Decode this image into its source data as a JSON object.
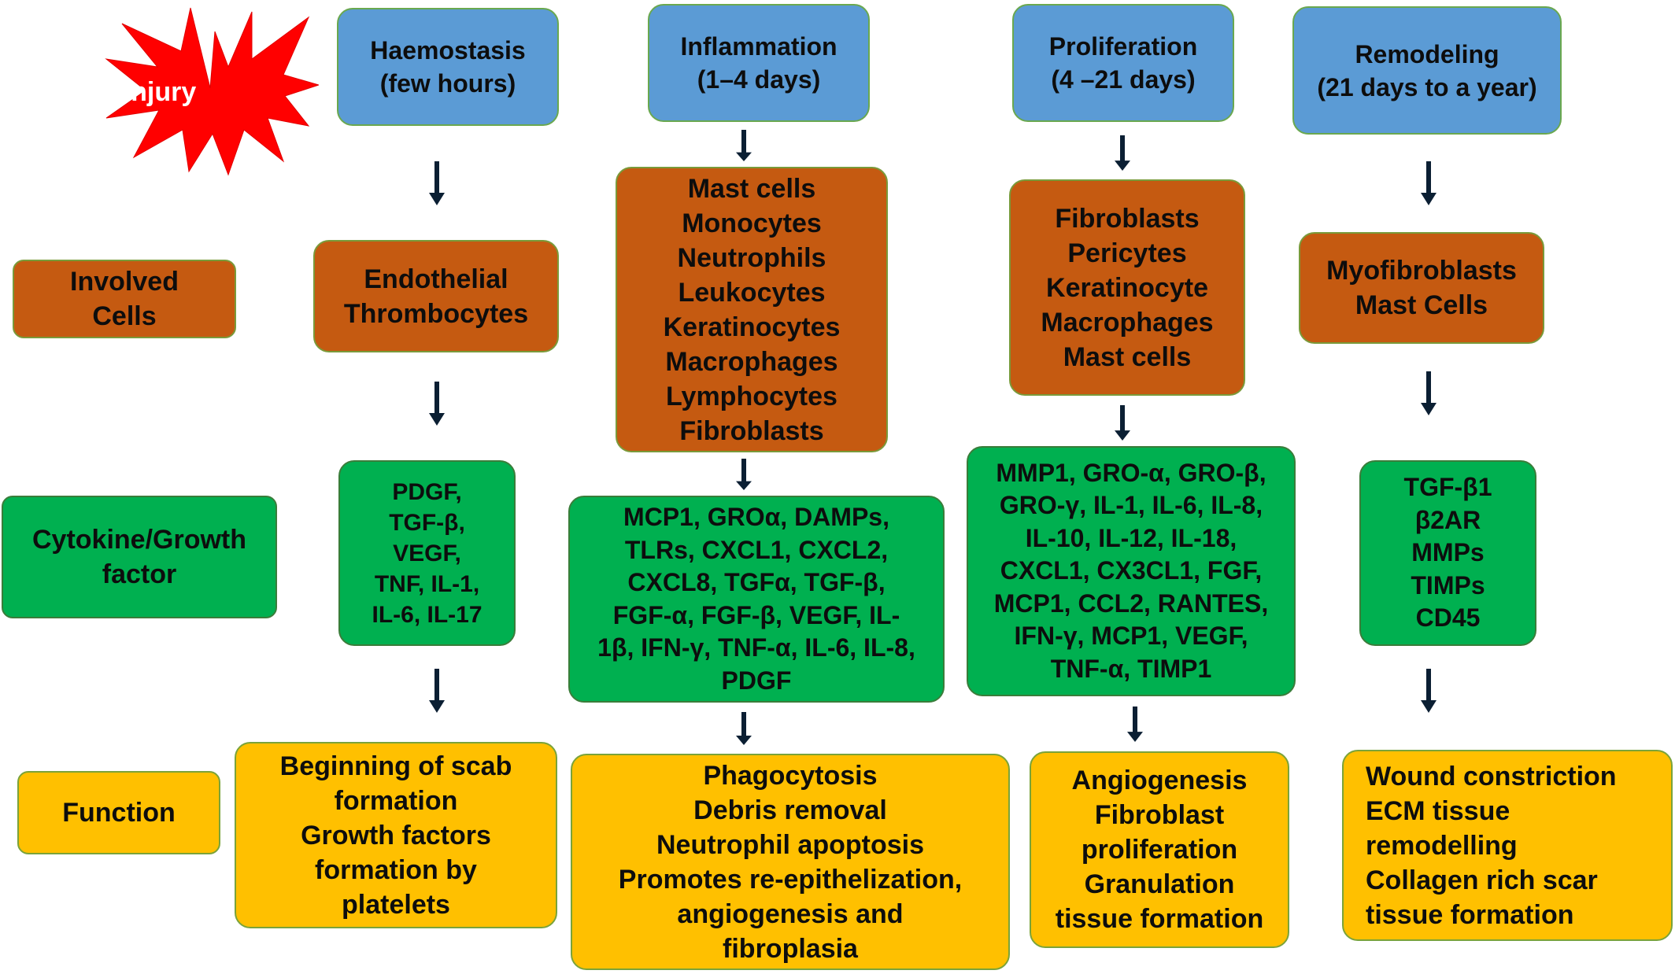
{
  "injury": {
    "label": "Injury"
  },
  "labels": {
    "involved_cells": "Involved\nCells",
    "cytokine": "Cytokine/Growth\nfactor",
    "function": "Function"
  },
  "phases": [
    {
      "title": "Haemostasis\n(few hours)",
      "cells": "Endothelial\nThrombocytes",
      "cytokines": "PDGF,\nTGF-β,\nVEGF,\nTNF, IL-1,\nIL-6, IL-17",
      "function": "Beginning of scab\nformation\nGrowth factors\nformation by\nplatelets"
    },
    {
      "title": "Inflammation\n(1–4 days)",
      "cells": "Mast cells\nMonocytes\nNeutrophils\nLeukocytes\nKeratinocytes\nMacrophages\nLymphocytes\nFibroblasts",
      "cytokines": "MCP1, GROα, DAMPs,\nTLRs, CXCL1, CXCL2,\nCXCL8, TGFα, TGF-β,\nFGF-α, FGF-β, VEGF, IL-\n1β, IFN-γ, TNF-α, IL-6, IL-8,\nPDGF",
      "function": "Phagocytosis\nDebris removal\nNeutrophil apoptosis\nPromotes re-epithelization,\nangiogenesis and\nfibroplasia"
    },
    {
      "title": "Proliferation\n(4 –21 days)",
      "cells": "Fibroblasts\nPericytes\nKeratinocyte\nMacrophages\nMast cells",
      "cytokines": "MMP1, GRO-α, GRO-β,\nGRO-γ, IL-1, IL-6, IL-8,\nIL-10, IL-12, IL-18,\nCXCL1, CX3CL1, FGF,\nMCP1, CCL2, RANTES,\nIFN-γ, MCP1, VEGF,\nTNF-α, TIMP1",
      "function": "Angiogenesis\nFibroblast\nproliferation\nGranulation\ntissue formation"
    },
    {
      "title": "Remodeling\n(21 days to a year)",
      "cells": "Myofibroblasts\nMast Cells",
      "cytokines": "TGF-β1\nβ2AR\nMMPs\nTIMPs\nCD45",
      "function": "Wound constriction\nECM tissue\nremodelling\nCollagen rich scar\ntissue formation"
    }
  ],
  "colors": {
    "phase": "#5b9bd5",
    "cells": "#c55a11",
    "cytokine": "#00b050",
    "function": "#ffc000",
    "injury": "#ff0000",
    "arrow": "#0b1f33"
  }
}
